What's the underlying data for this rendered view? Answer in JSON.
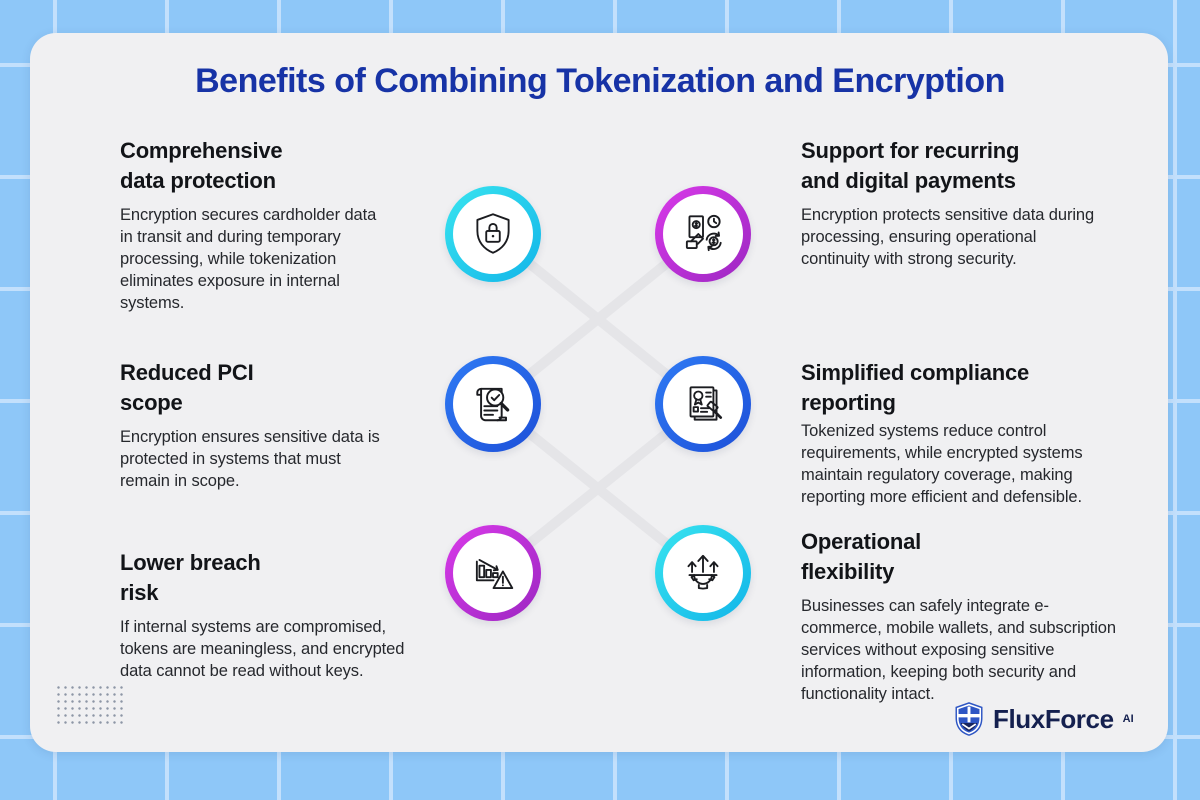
{
  "title": "Benefits of Combining Tokenization and Encryption",
  "benefits": [
    {
      "heading": "Comprehensive\ndata protection",
      "body": "Encryption secures cardholder data\nin transit and during temporary\nprocessing, while tokenization\neliminates exposure in internal\nsystems.",
      "icon": "shield-lock-icon",
      "ring": "cyan"
    },
    {
      "heading": "Reduced PCI\nscope",
      "body": "Encryption ensures sensitive data is\nprotected in systems that must\nremain in scope.",
      "icon": "document-magnifier-icon",
      "ring": "blue"
    },
    {
      "heading": "Lower breach\nrisk",
      "body": "If internal systems are compromised,\ntokens are meaningless, and encrypted\ndata cannot be read without keys.",
      "icon": "declining-chart-warning-icon",
      "ring": "magenta"
    },
    {
      "heading": "Support for recurring\nand digital payments",
      "body": "Encryption protects sensitive data during\nprocessing, ensuring operational\ncontinuity with strong security.",
      "icon": "recurring-payment-icon",
      "ring": "magenta"
    },
    {
      "heading": "Simplified compliance\nreporting",
      "body": "Tokenized systems reduce control\nrequirements, while encrypted systems\nmaintain regulatory coverage, making\nreporting more efficient and defensible.",
      "icon": "certificate-gavel-icon",
      "ring": "blue"
    },
    {
      "heading": "Operational\nflexibility",
      "body": "Businesses can safely integrate e-\ncommerce, mobile wallets, and subscription\nservices without exposing sensitive\ninformation, keeping both security and\nfunctionality intact.",
      "icon": "gear-arrows-icon",
      "ring": "cyan"
    }
  ],
  "icon_colors": {
    "cyan": [
      "#39e4ef",
      "#12b5e9"
    ],
    "magenta": [
      "#d93ae9",
      "#9c27c2"
    ],
    "blue": [
      "#2f7bf4",
      "#1d4fd8"
    ]
  },
  "colors": {
    "title_blue": "#1733a6",
    "card_background": "#f0f0f2",
    "page_background": "#8ec7f8",
    "grid_line": "#c3e0fc",
    "connector_gray": "#e5e5e8",
    "logo_navy": "#14204f"
  },
  "logo": {
    "brand": "FluxForce",
    "suffix": "AI"
  }
}
